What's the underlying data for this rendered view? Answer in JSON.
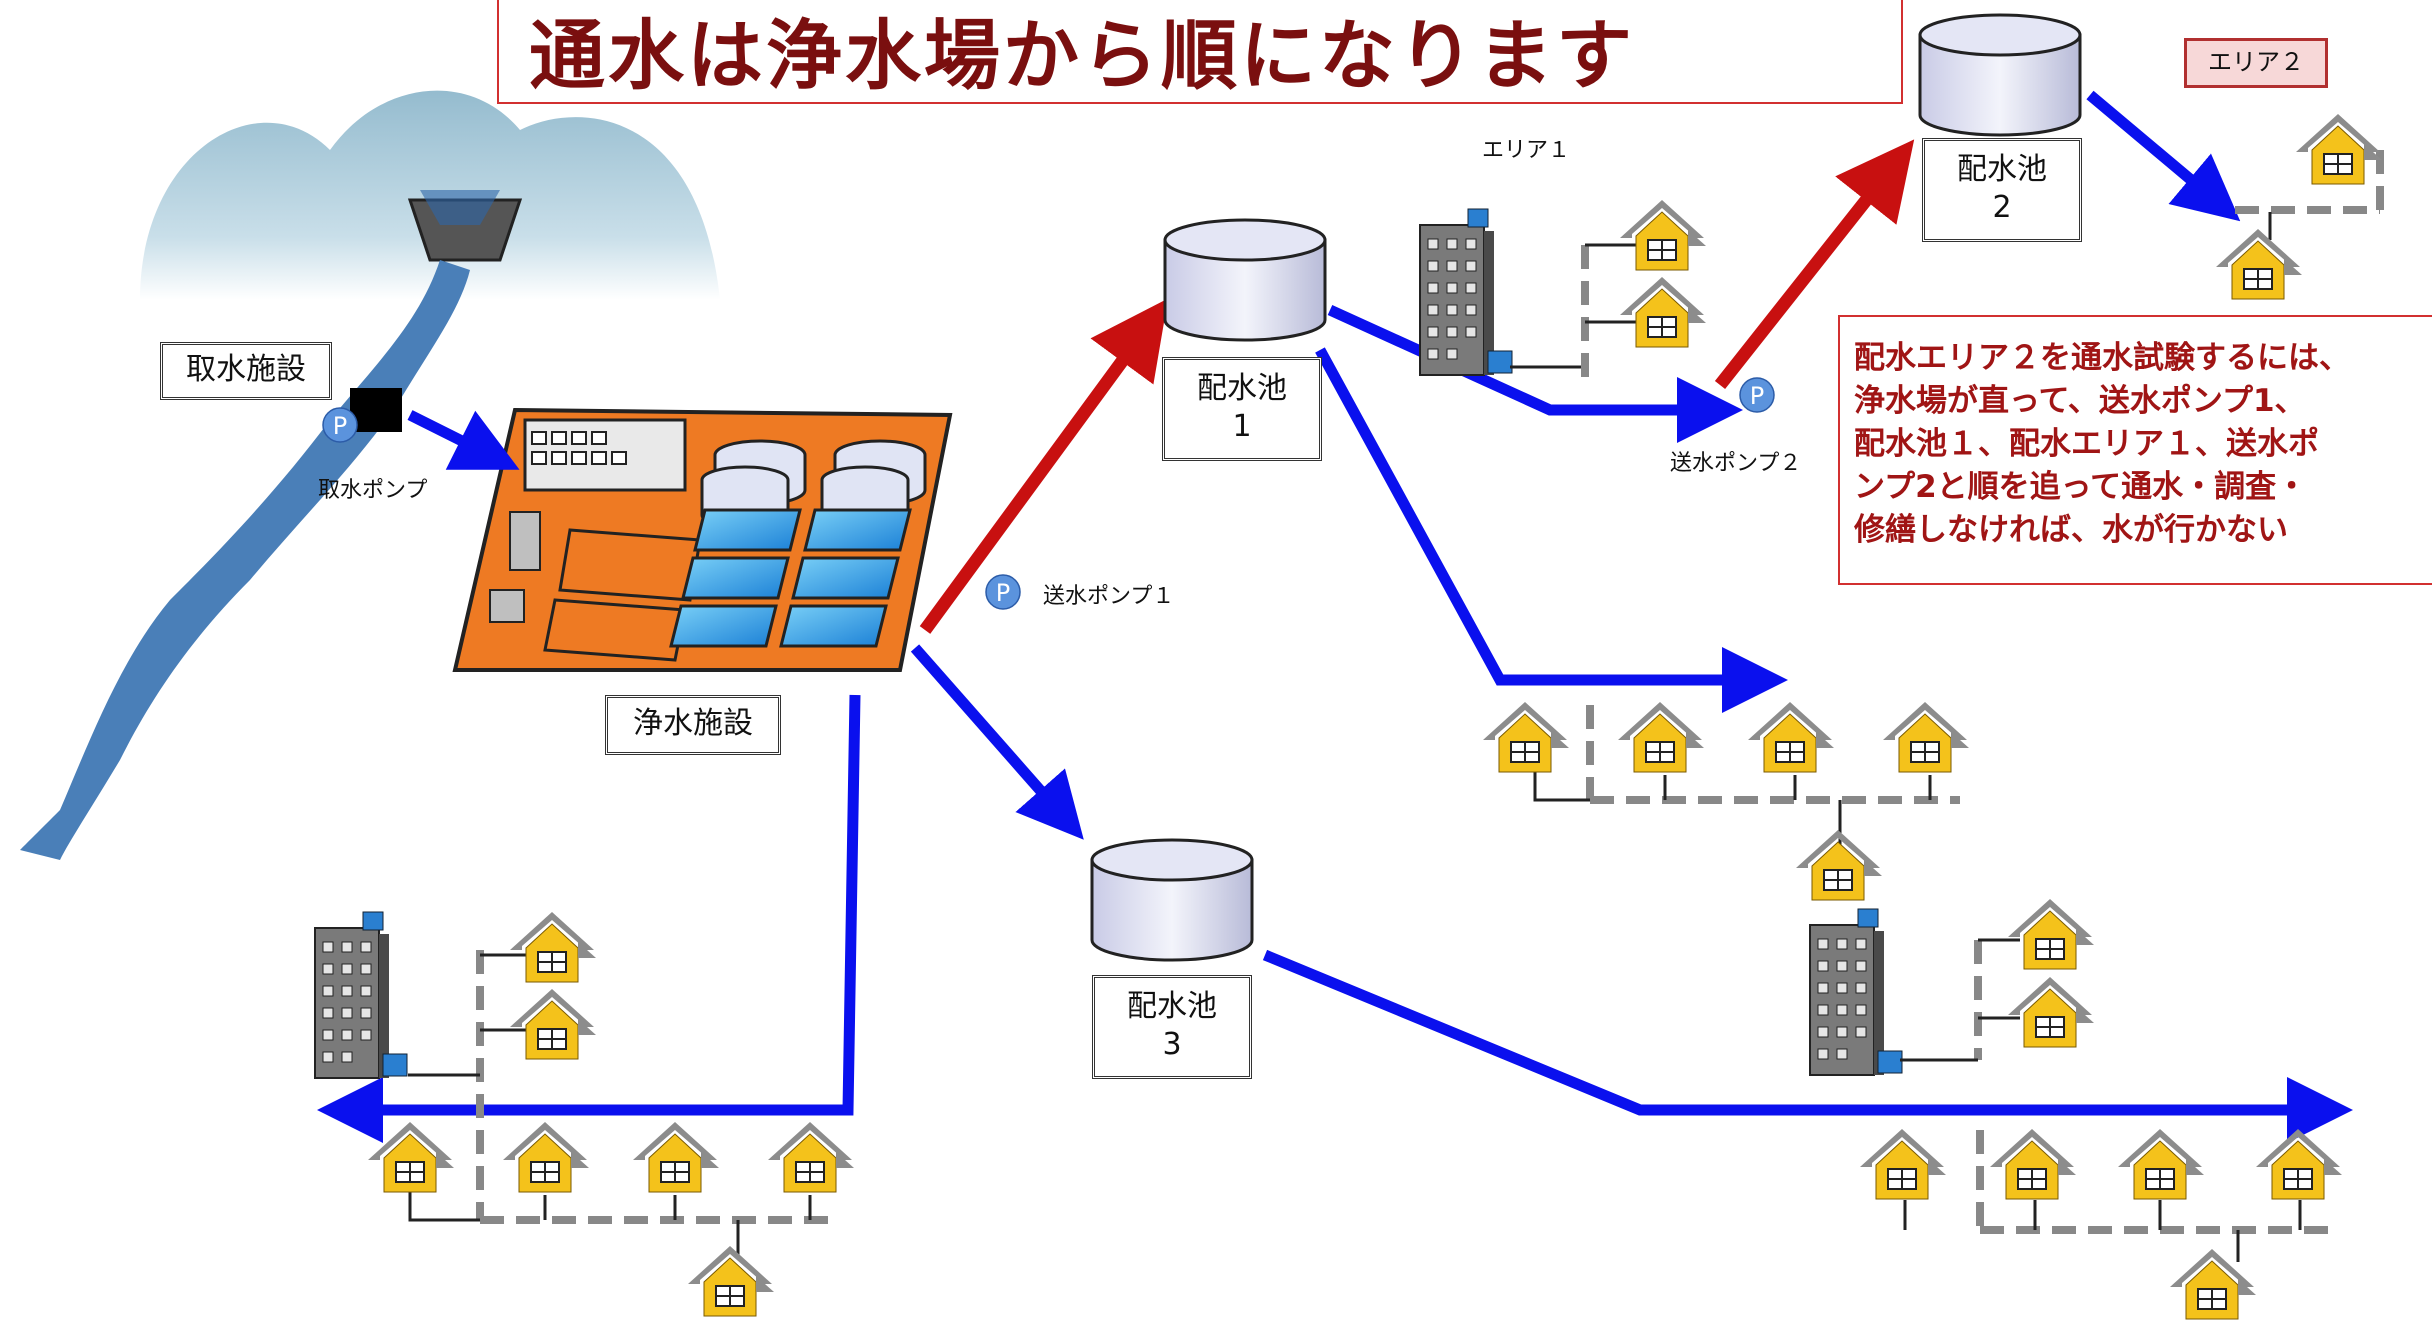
{
  "title": "通水は浄水場から順になります",
  "labels": {
    "intake_facility": "取水施設",
    "intake_pump": "取水ポンプ",
    "treatment_facility": "浄水施設",
    "transfer_pump_1": "送水ポンプ１",
    "transfer_pump_2": "送水ポンプ２",
    "reservoir_1": [
      "配水池",
      "1"
    ],
    "reservoir_2": [
      "配水池",
      "2"
    ],
    "reservoir_3": [
      "配水池",
      "3"
    ],
    "area_1": "エリア１",
    "area_2": "エリア２",
    "pump_symbol": "P"
  },
  "note": [
    "配水エリア２を通水試験するには、",
    "浄水場が直って、送水ポンプ1、",
    "配水池１、配水エリア１、送水ポ",
    "ンプ2と順を追って通水・調査・",
    "修繕しなければ、水が行かない"
  ],
  "colors": {
    "pipe_blue": "#0a10ee",
    "pipe_red": "#c81010",
    "title_text": "#7a0f0f",
    "note_text": "#a01515",
    "plant_orange": "#ee7a23",
    "house_yellow": "#f4c21b",
    "roof_gray": "#8c8c8c",
    "river_blue": "#4a7fb8",
    "pump_circle": "#5b93dd"
  }
}
